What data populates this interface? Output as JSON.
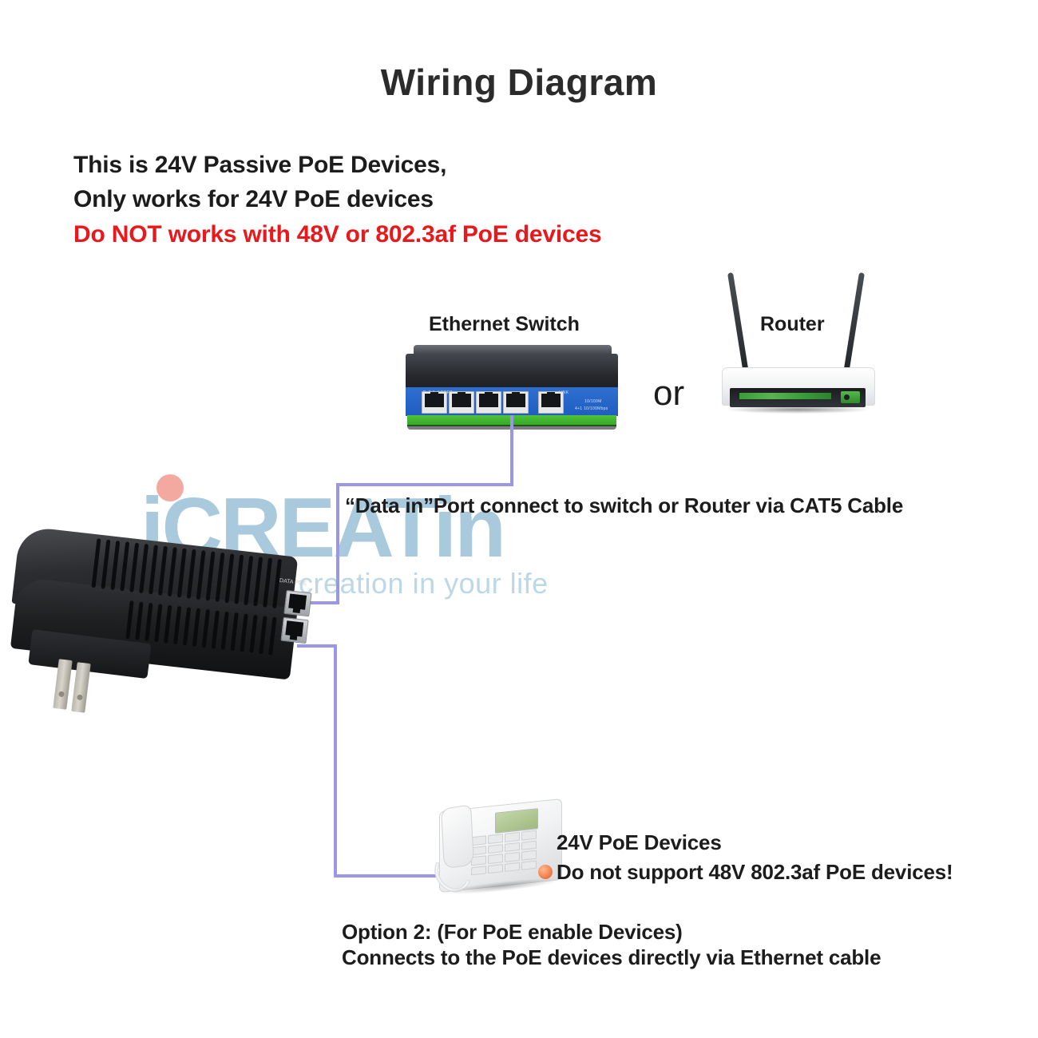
{
  "title": "Wiring Diagram",
  "notices": [
    {
      "text": "This is 24V Passive PoE Devices,",
      "color": "#1c1c1c"
    },
    {
      "text": "Only works for 24V PoE devices",
      "color": "#1c1c1c"
    },
    {
      "text": "Do NOT works with 48V or 802.3af PoE devices",
      "color": "#e8191c"
    }
  ],
  "devices": {
    "switch": {
      "label": "Ethernet Switch",
      "panel_left_label": "PoE  1-4 PORT",
      "panel_right_label": "LINK",
      "panel_corner_label": "10/100M",
      "panel_sub_label": "4+1 10/100Mbps",
      "port_count": 5
    },
    "router": {
      "label": "Router",
      "antenna_count": 2
    },
    "injector": {
      "port_label": "DATA  POE",
      "port_count": 2
    },
    "phone": {
      "label": "24V PoE Devices"
    }
  },
  "connector": {
    "or_label": "or"
  },
  "captions": {
    "data_in": "“Data in”Port connect to switch or Router via CAT5 Cable",
    "poe_line1": "24V PoE Devices",
    "poe_line2": "Do not support 48V 802.3af PoE devices!",
    "option_line1": "Option 2: (For PoE enable Devices)",
    "option_line2": "Connects to the PoE devices directly via Ethernet cable"
  },
  "watermark": {
    "brand": "iCREATin",
    "tagline": "creation in your life",
    "brand_color": "#a9cadd",
    "dot_color": "#f4a9a0",
    "tagline_color": "#bcd8e6"
  },
  "colors": {
    "cable": "#9a96e8",
    "warning_red": "#e8191c",
    "text_dark": "#1c1c1c",
    "switch_panel_blue": "#2565c8",
    "switch_strip_green": "#41b32f"
  }
}
